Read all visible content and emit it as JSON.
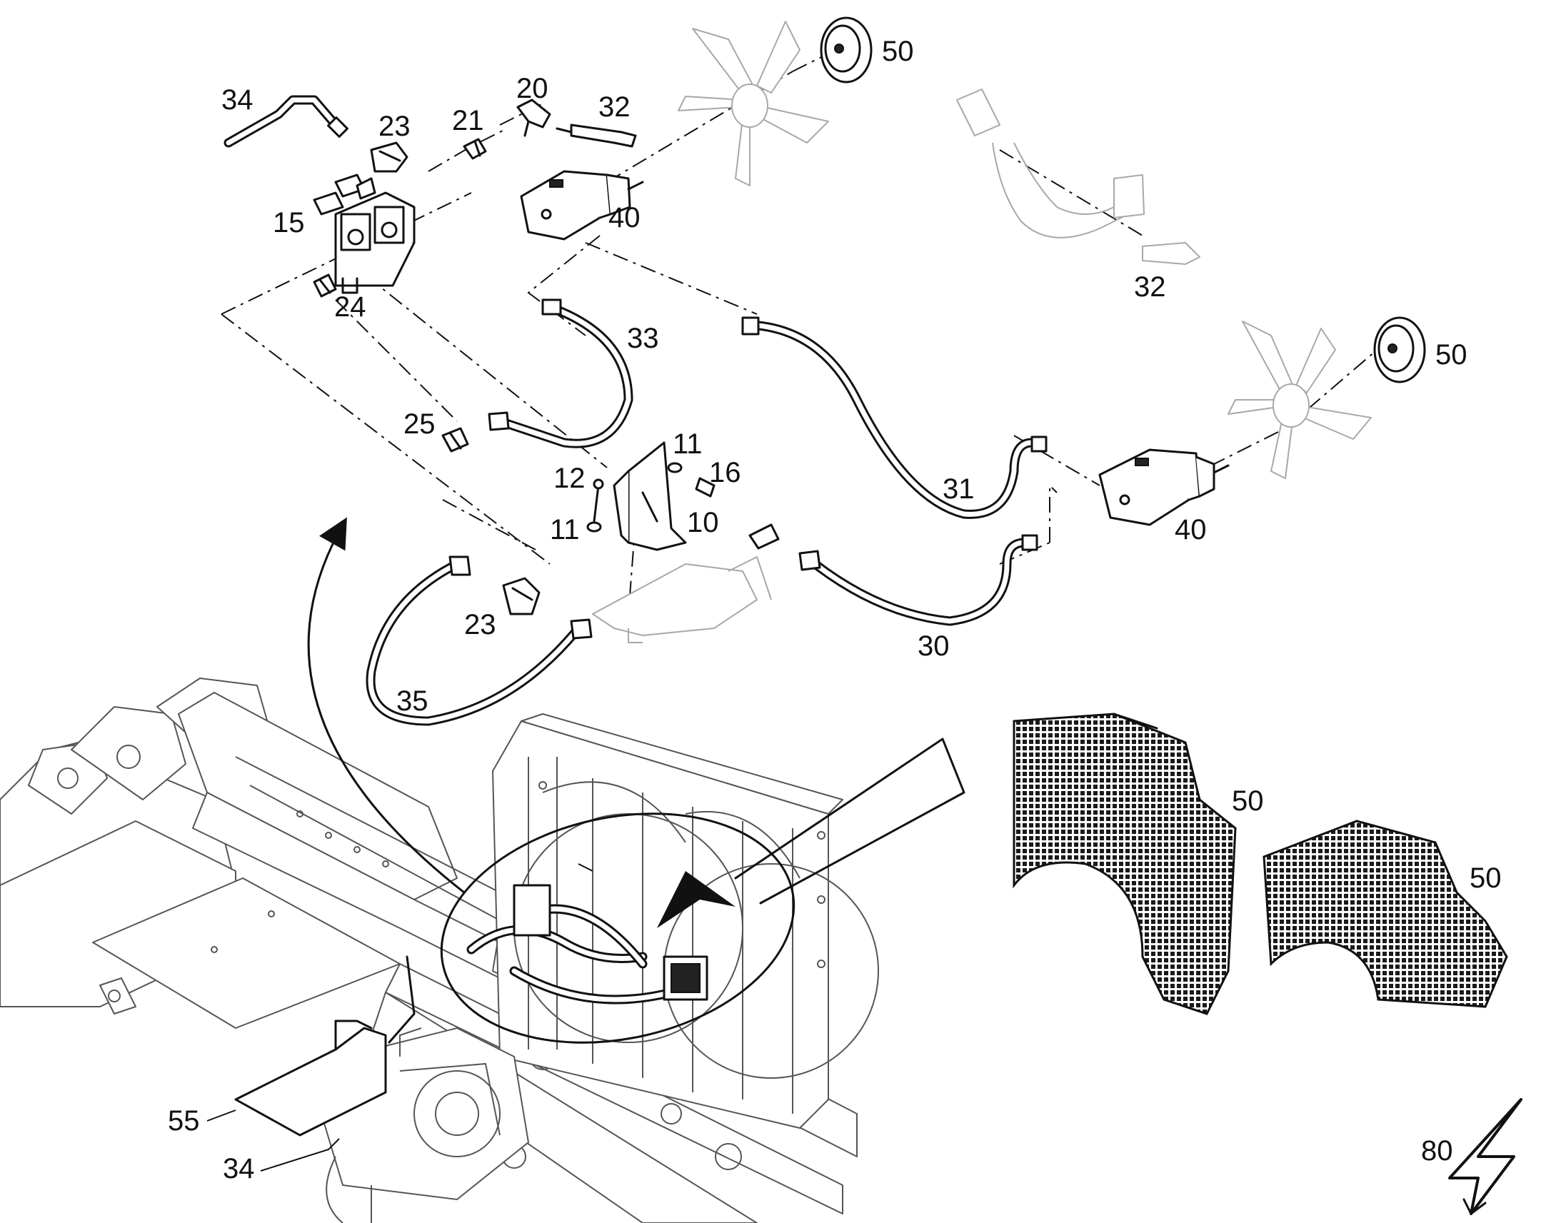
{
  "callouts": {
    "c10": "10",
    "c11a": "11",
    "c11b": "11",
    "c12": "12",
    "c15": "15",
    "c16": "16",
    "c20": "20",
    "c21": "21",
    "c23a": "23",
    "c23b": "23",
    "c24": "24",
    "c25": "25",
    "c30": "30",
    "c31": "31",
    "c32a": "32",
    "c32b": "32",
    "c33": "33",
    "c34a": "34",
    "c34b": "34",
    "c35": "35",
    "c40a": "40",
    "c40b": "40",
    "c50a": "50",
    "c50b": "50",
    "c50c": "50",
    "c50d": "50",
    "c55": "55",
    "c80": "80"
  }
}
